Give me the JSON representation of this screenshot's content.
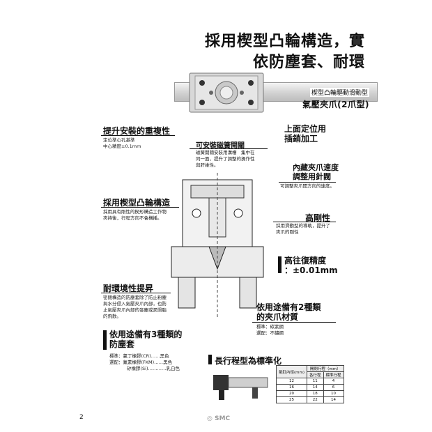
{
  "title": {
    "line1": "採用楔型凸輪構造，實",
    "line2": "依防塵套、耐環"
  },
  "product": {
    "subtitle": "楔型凸輪驅動滑動型",
    "name": "氣壓夾爪(2爪型)"
  },
  "features": {
    "mounting": {
      "title": "提升安裝的重複性",
      "desc1": "定位準心孔基準",
      "desc2": "中心精度±0.1mm"
    },
    "pin": {
      "title1": "上面定位用",
      "title2": "插銷加工"
    },
    "switch": {
      "title": "可安裝磁簧開關",
      "desc1": "磁簧開關安裝用溝槽　集中在",
      "desc2": "同一面，提升了調整的操作性",
      "desc3": "與肝維性。"
    },
    "speed": {
      "title1": "內藏夾爪速度",
      "title2": "調整用針閥",
      "desc": "可調整夾爪開方向的速度。"
    },
    "cam": {
      "title": "採用楔型凸輪構造",
      "desc1": "採用具有剛性的楔形構造工作物",
      "desc2": "夾持後，行程方向不會構播。"
    },
    "rigidity": {
      "title": "高剛性",
      "desc1": "採用滑動型的導軌，提升了",
      "desc2": "夾爪的剛性"
    },
    "repeat": {
      "title1": "高往復精度",
      "title2": "：±0.01mm"
    },
    "env": {
      "title": "耐環境性提昇",
      "desc1": "密閉構造的防塵套除了防止粉塵",
      "desc2": "與水分侵入氣壓夾爪內部，也防",
      "desc3": "止氣壓夾爪內部的發塵或潤滑脂",
      "desc4": "的飛散。"
    },
    "material": {
      "title1": "依用途備有2種類",
      "title2": "的夾爪材質",
      "desc1": "標準：碳素鋼",
      "desc2": "選配：不鏽鋼"
    },
    "boot": {
      "title1": "依用途備有3種類的",
      "title2": "防塵套",
      "item1": "標準：氯丁橡膠(CR)……黑色",
      "item2": "選配：氟素橡膠(FKM)……黑色",
      "item3": "矽橡膠(Si)…………乳白色"
    },
    "stroke": {
      "title": "長行程型為標準化"
    }
  },
  "stroke_table": {
    "header_bore": "氣缸內徑(mm)",
    "header_group": "開閉行程（mm）",
    "col_std": "各行程",
    "col_long": "標準行程",
    "rows": [
      [
        "12",
        "11",
        "4"
      ],
      [
        "16",
        "14",
        "6"
      ],
      [
        "20",
        "18",
        "10"
      ],
      [
        "25",
        "22",
        "14"
      ]
    ]
  },
  "footer": {
    "page": "2",
    "logo": "SMC"
  }
}
